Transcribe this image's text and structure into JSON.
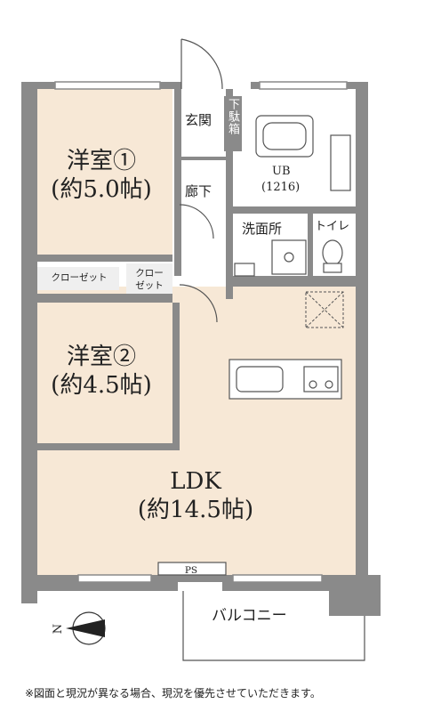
{
  "rooms": {
    "western1": {
      "name": "洋室①",
      "size": "(約5.0帖)"
    },
    "western2": {
      "name": "洋室②",
      "size": "(約4.5帖)"
    },
    "ldk": {
      "name": "LDK",
      "size": "(約14.5帖)"
    },
    "genkan": "玄関",
    "shoe_box": "下駄箱",
    "corridor": "廊下",
    "ub": "UB",
    "ub_size": "(1216)",
    "washroom": "洗面所",
    "toilet": "トイレ",
    "closet1": "クローゼット",
    "closet2_line1": "クロー",
    "closet2_line2": "ゼット",
    "ps": "PS",
    "balcony": "バルコニー"
  },
  "compass": {
    "label": "N"
  },
  "note": "※図面と現況が異なる場合、現況を優先させていただきます。",
  "colors": {
    "floor": "#f7e8d6",
    "wall": "#8a8a8a",
    "fixture": "#ffffff"
  }
}
